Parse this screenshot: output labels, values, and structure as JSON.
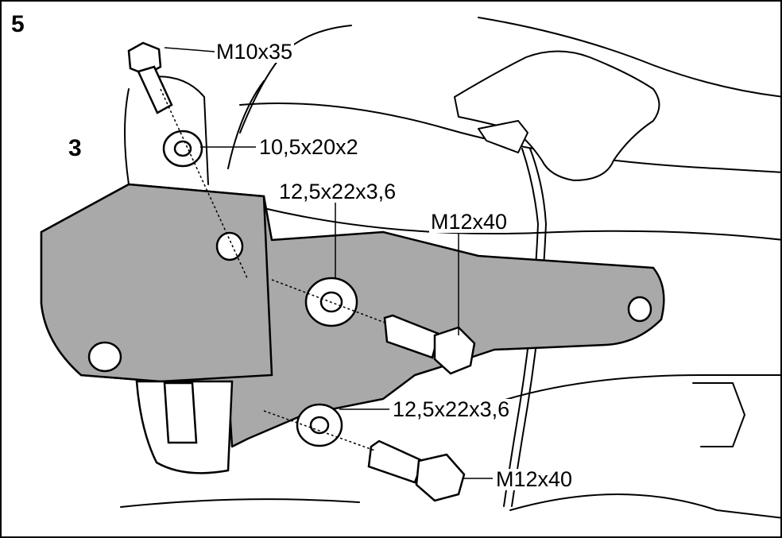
{
  "figure": {
    "step_number": "5",
    "part_number": "3"
  },
  "labels": {
    "bolt_top": "M10x35",
    "washer_top": "10,5x20x2",
    "washer_mid": "12,5x22x3,6",
    "bolt_mid": "M12x40",
    "washer_low": "12,5x22x3,6",
    "bolt_low": "M12x40"
  },
  "colors": {
    "bracket_fill": "#a9a9a9",
    "line": "#000000",
    "background": "#ffffff"
  }
}
